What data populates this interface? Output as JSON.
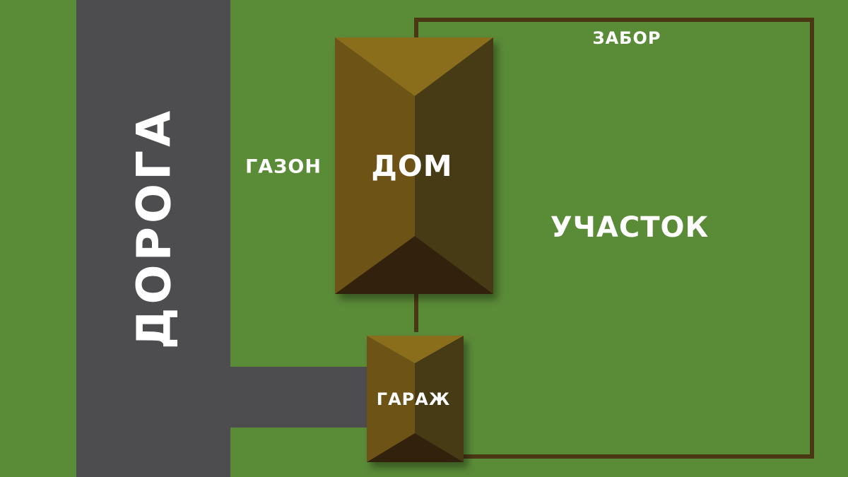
{
  "labels": {
    "road": "ДОРОГА",
    "lawn": "ГАЗОН",
    "house": "ДОМ",
    "fence": "ЗАБОР",
    "plot": "УЧАСТОК",
    "garage": "ГАРАЖ"
  },
  "colors": {
    "grass": "#5a8b37",
    "road": "#4d4d4f",
    "fence": "#4a3714",
    "roof_top": "#8a6e1e",
    "roof_left": "#6e5313",
    "roof_right": "#463a16",
    "roof_bottom": "#33230a",
    "text": "#ffffff"
  }
}
